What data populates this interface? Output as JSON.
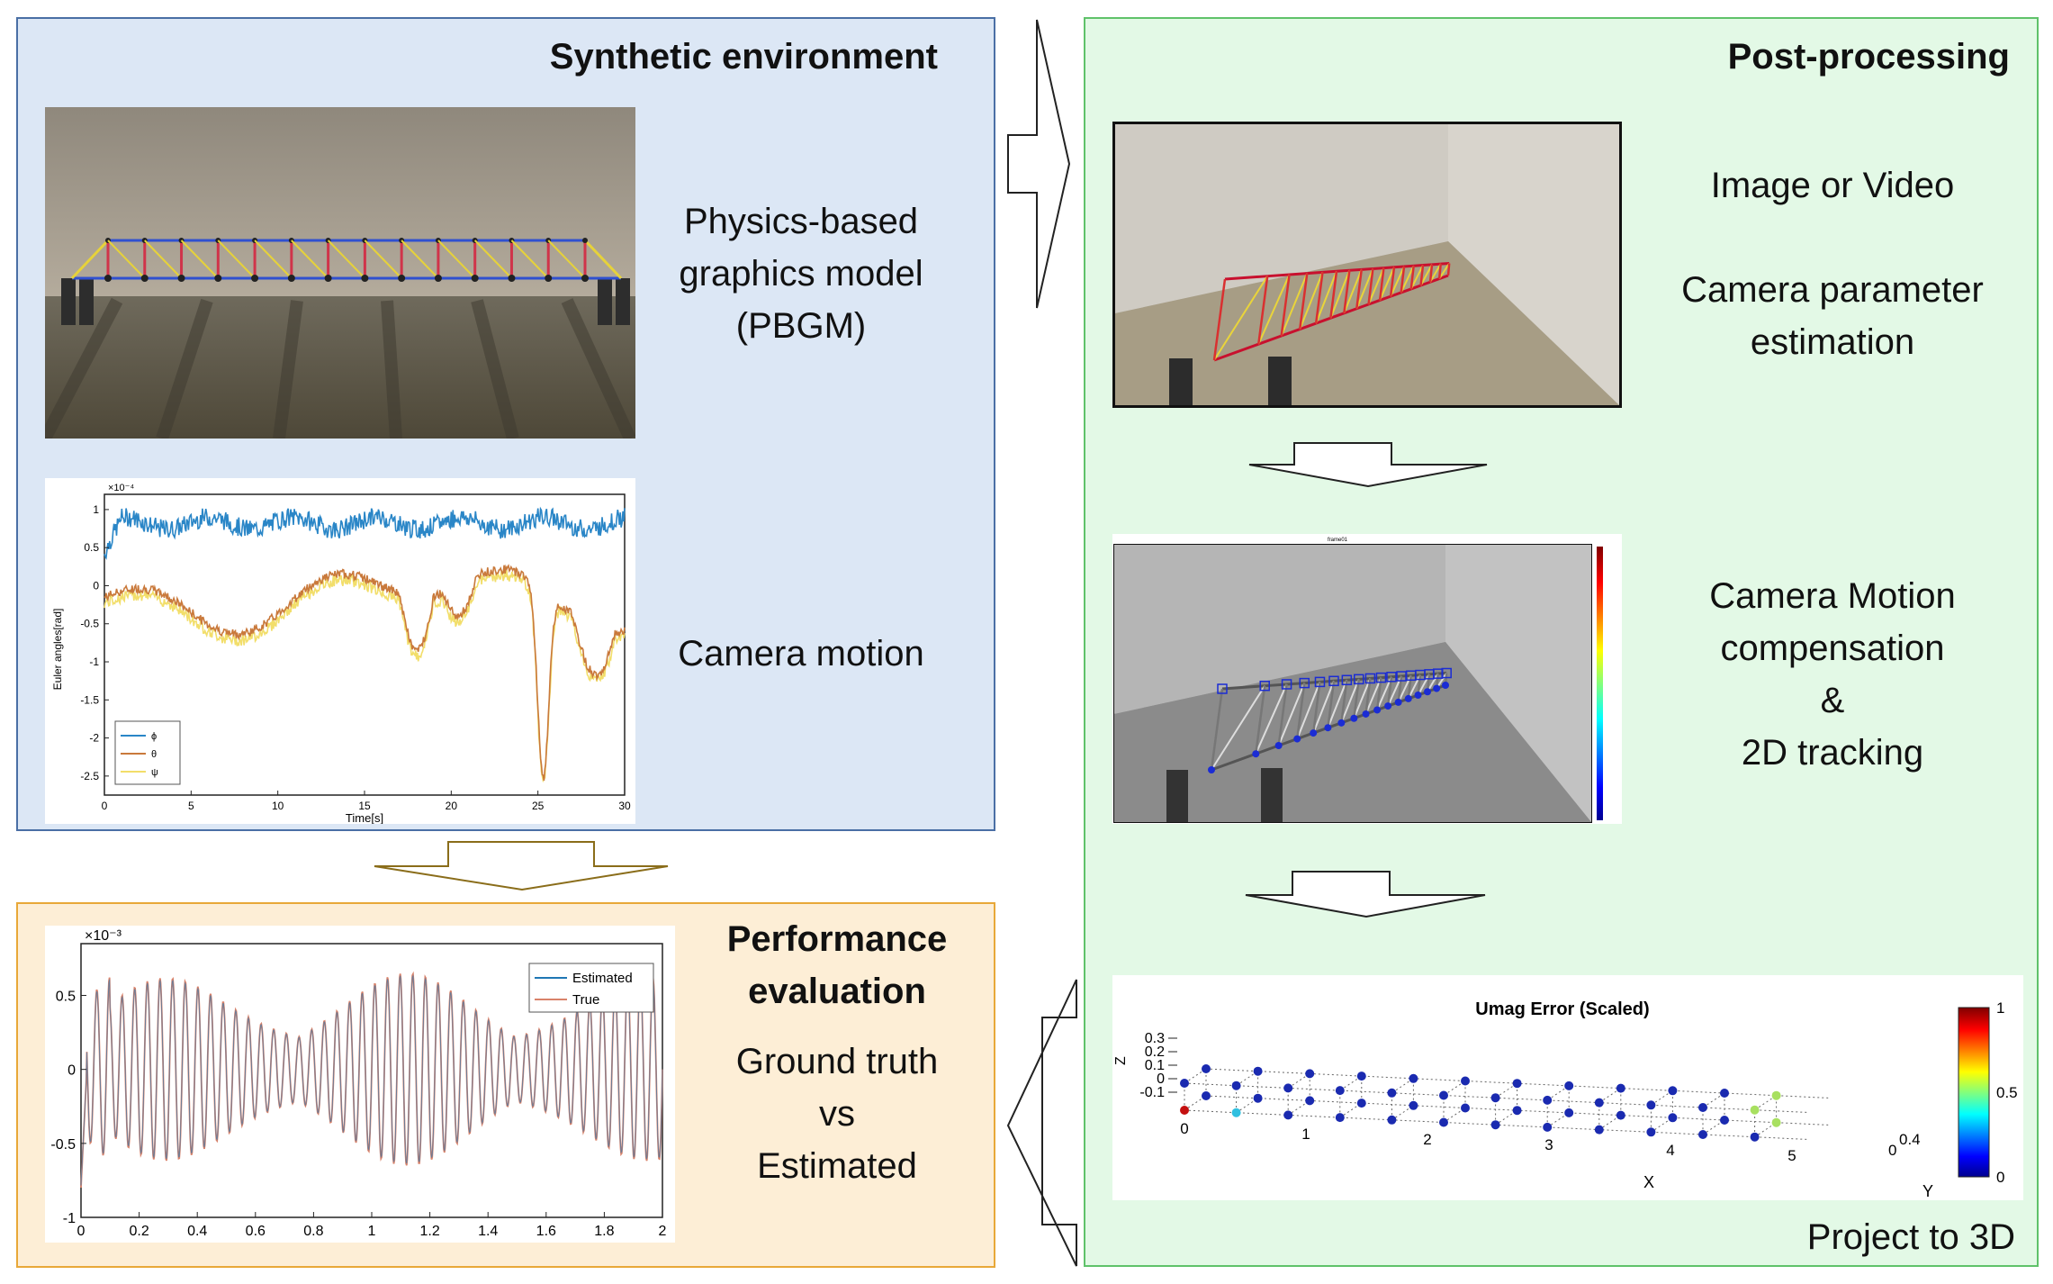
{
  "synthetic": {
    "title": "Synthetic environment",
    "pbgm_label_1": "Physics-based",
    "pbgm_label_2": "graphics model",
    "pbgm_label_3": "(PBGM)",
    "motion_label": "Camera motion",
    "motion_plot": {
      "exponent": "×10⁻⁴",
      "ylabel": "Euler angles[rad]",
      "xlabel": "Time[s]",
      "xticks": [
        "0",
        "5",
        "10",
        "15",
        "20",
        "25",
        "30"
      ],
      "yticks": [
        "1",
        "0.5",
        "0",
        "-0.5",
        "-1",
        "-1.5",
        "-2",
        "-2.5"
      ],
      "legend": [
        "ϕ",
        "θ",
        "ψ"
      ]
    }
  },
  "post": {
    "title": "Post-processing",
    "step1_a": "Image or Video",
    "step1_b": "Camera parameter",
    "step1_c": "estimation",
    "step2_a": "Camera Motion",
    "step2_b": "compensation",
    "step2_c": "&",
    "step2_d": "2D tracking",
    "step3": "Project to 3D",
    "tracking_frame_title": "frame01",
    "error_plot": {
      "title": "Umag Error (Scaled)",
      "zlabel": "Z",
      "xlabel": "X",
      "ylabel": "Y",
      "zticks": [
        "0.3",
        "0.2",
        "0.1",
        "0",
        "-0.1"
      ],
      "xticks": [
        "0",
        "1",
        "2",
        "3",
        "4",
        "5"
      ],
      "yticks": [
        "0",
        "0.4"
      ],
      "colorbar_ticks": [
        "1",
        "0.5",
        "0"
      ]
    }
  },
  "performance": {
    "title_1": "Performance",
    "title_2": "evaluation",
    "label_1": "Ground truth",
    "label_2": "vs",
    "label_3": "Estimated",
    "plot": {
      "exponent": "×10⁻³",
      "xticks": [
        "0",
        "0.2",
        "0.4",
        "0.6",
        "0.8",
        "1",
        "1.2",
        "1.4",
        "1.6",
        "1.8",
        "2"
      ],
      "yticks": [
        "0.5",
        "0",
        "-0.5",
        "-1"
      ],
      "legend": [
        "Estimated",
        "True"
      ]
    }
  },
  "colors": {
    "synthetic_bg": "#dce7f5",
    "post_bg": "#e3f9e6",
    "perf_bg": "#fdeed6",
    "estimated": "#1f77b4",
    "true": "#d9826a"
  }
}
